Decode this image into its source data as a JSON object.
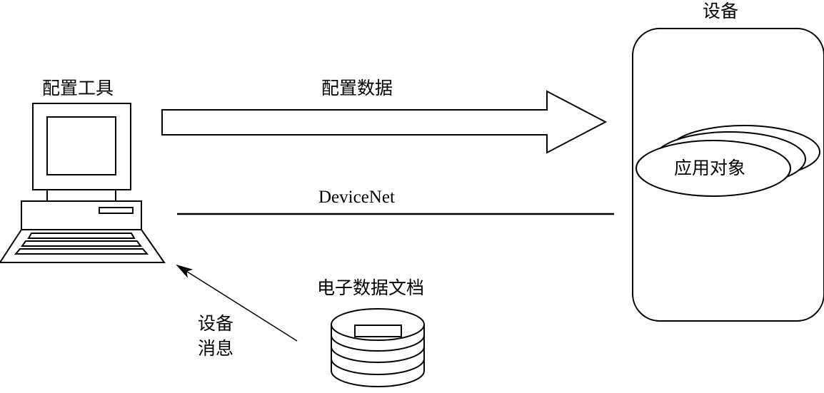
{
  "labels": {
    "config_tool": "配置工具",
    "config_data": "配置数据",
    "device": "设备",
    "app_object": "应用对象",
    "network": "DeviceNet",
    "eds": "电子数据文档",
    "device_msg_line1": "设备",
    "device_msg_line2": "消息"
  },
  "colors": {
    "stroke": "#000000",
    "fill": "#ffffff"
  }
}
